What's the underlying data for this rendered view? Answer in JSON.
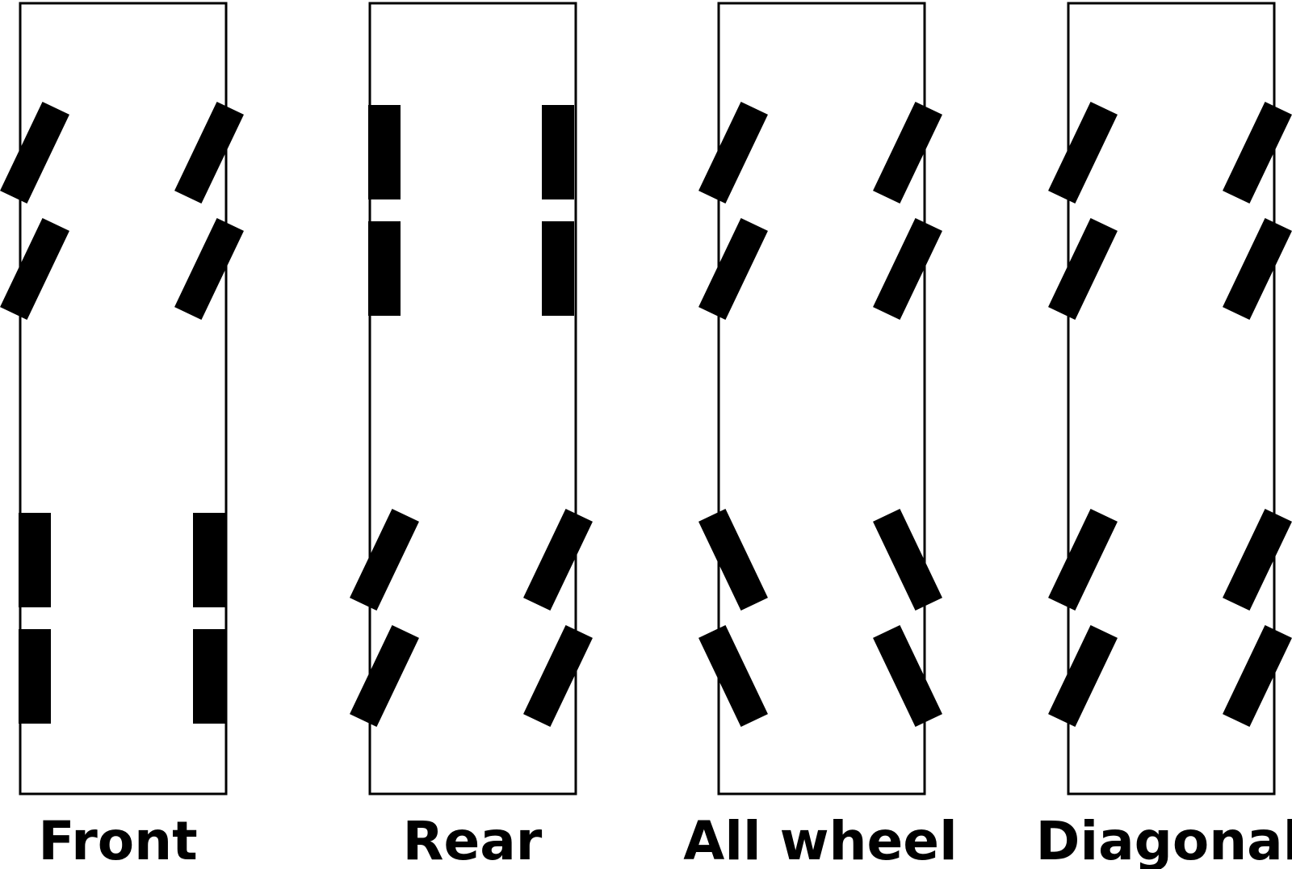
{
  "colors": {
    "background": "#ffffff",
    "stroke": "#000000",
    "wheel": "#000000"
  },
  "panels": [
    {
      "label": "Front",
      "front_wheels": "steered",
      "rear_wheels": "fixed"
    },
    {
      "label": "Rear",
      "front_wheels": "fixed",
      "rear_wheels": "steered"
    },
    {
      "label": "All wheel",
      "front_wheels": "steered",
      "rear_wheels": "counter-steered"
    },
    {
      "label": "Diagonal",
      "front_wheels": "steered",
      "rear_wheels": "steered"
    }
  ]
}
